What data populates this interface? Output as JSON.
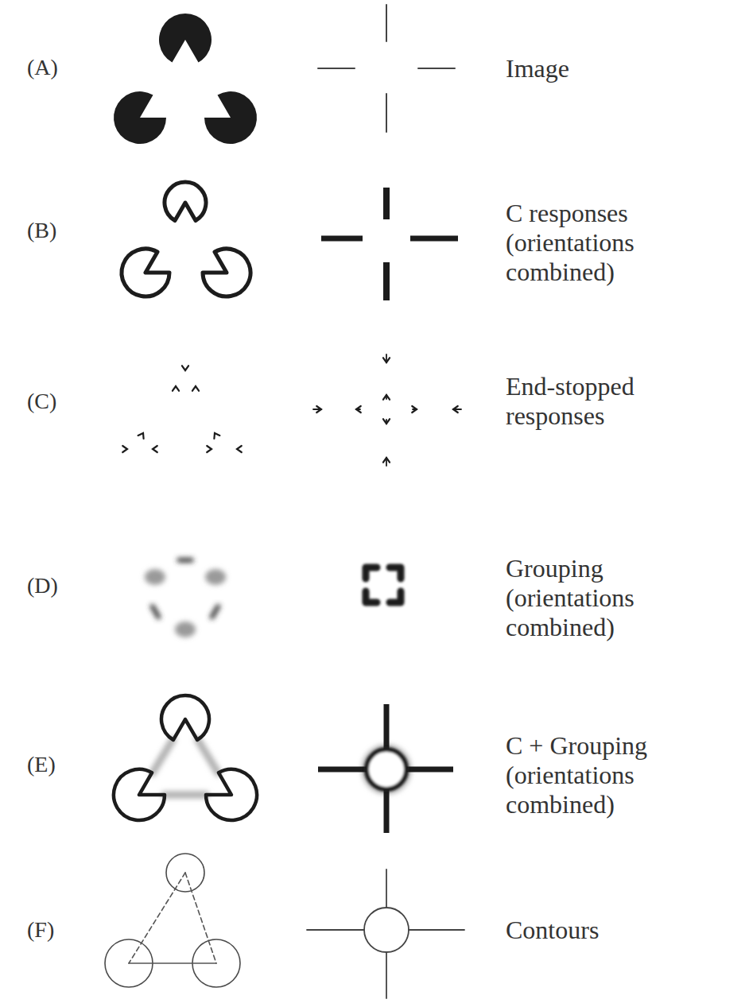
{
  "diagram": {
    "labels": [
      "(A)",
      "Image",
      "(B)",
      "C responses (orientations combined)",
      "(C)",
      "End-stopped responses",
      "(D)",
      "Grouping (orientations combined)",
      "(E)",
      "C + Grouping (orientations combined)",
      "(F)",
      "Contours"
    ]
  }
}
